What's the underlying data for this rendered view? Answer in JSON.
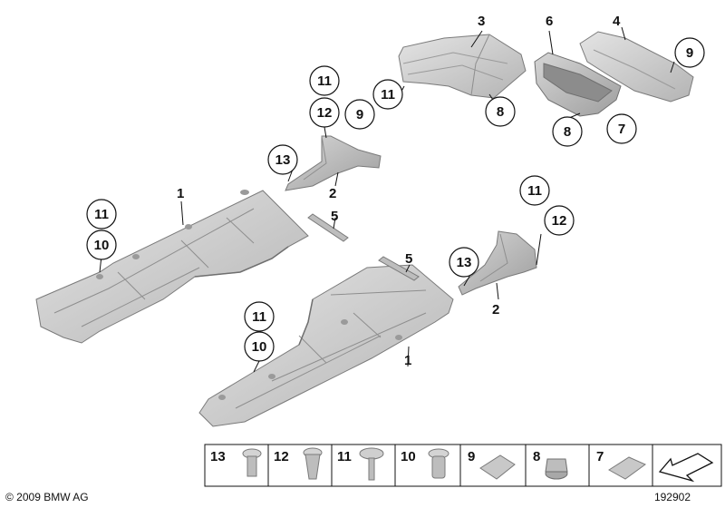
{
  "colors": {
    "part_fill": "#c9c9c9",
    "part_dark": "#a6a6a6",
    "part_light": "#e2e2e2",
    "outline": "#7a7a7a",
    "ink": "#111111"
  },
  "callouts": {
    "c1a": "1",
    "c1b": "1",
    "c2a": "2",
    "c2b": "2",
    "c3": "3",
    "c4": "4",
    "c5a": "5",
    "c5b": "5",
    "c6": "6",
    "c7": "7",
    "c8a": "8",
    "c8b": "8",
    "c9a": "9",
    "c9b": "9",
    "c10a": "10",
    "c10b": "10",
    "c11a": "11",
    "c11b": "11",
    "c11c": "11",
    "c11d": "11",
    "c11e": "11",
    "c12a": "12",
    "c12b": "12",
    "c13a": "13",
    "c13b": "13"
  },
  "legend": [
    "13",
    "12",
    "11",
    "10",
    "9",
    "8",
    "7"
  ],
  "footer": {
    "copyright": "© 2009 BMW AG",
    "diagram_number": "192902"
  }
}
